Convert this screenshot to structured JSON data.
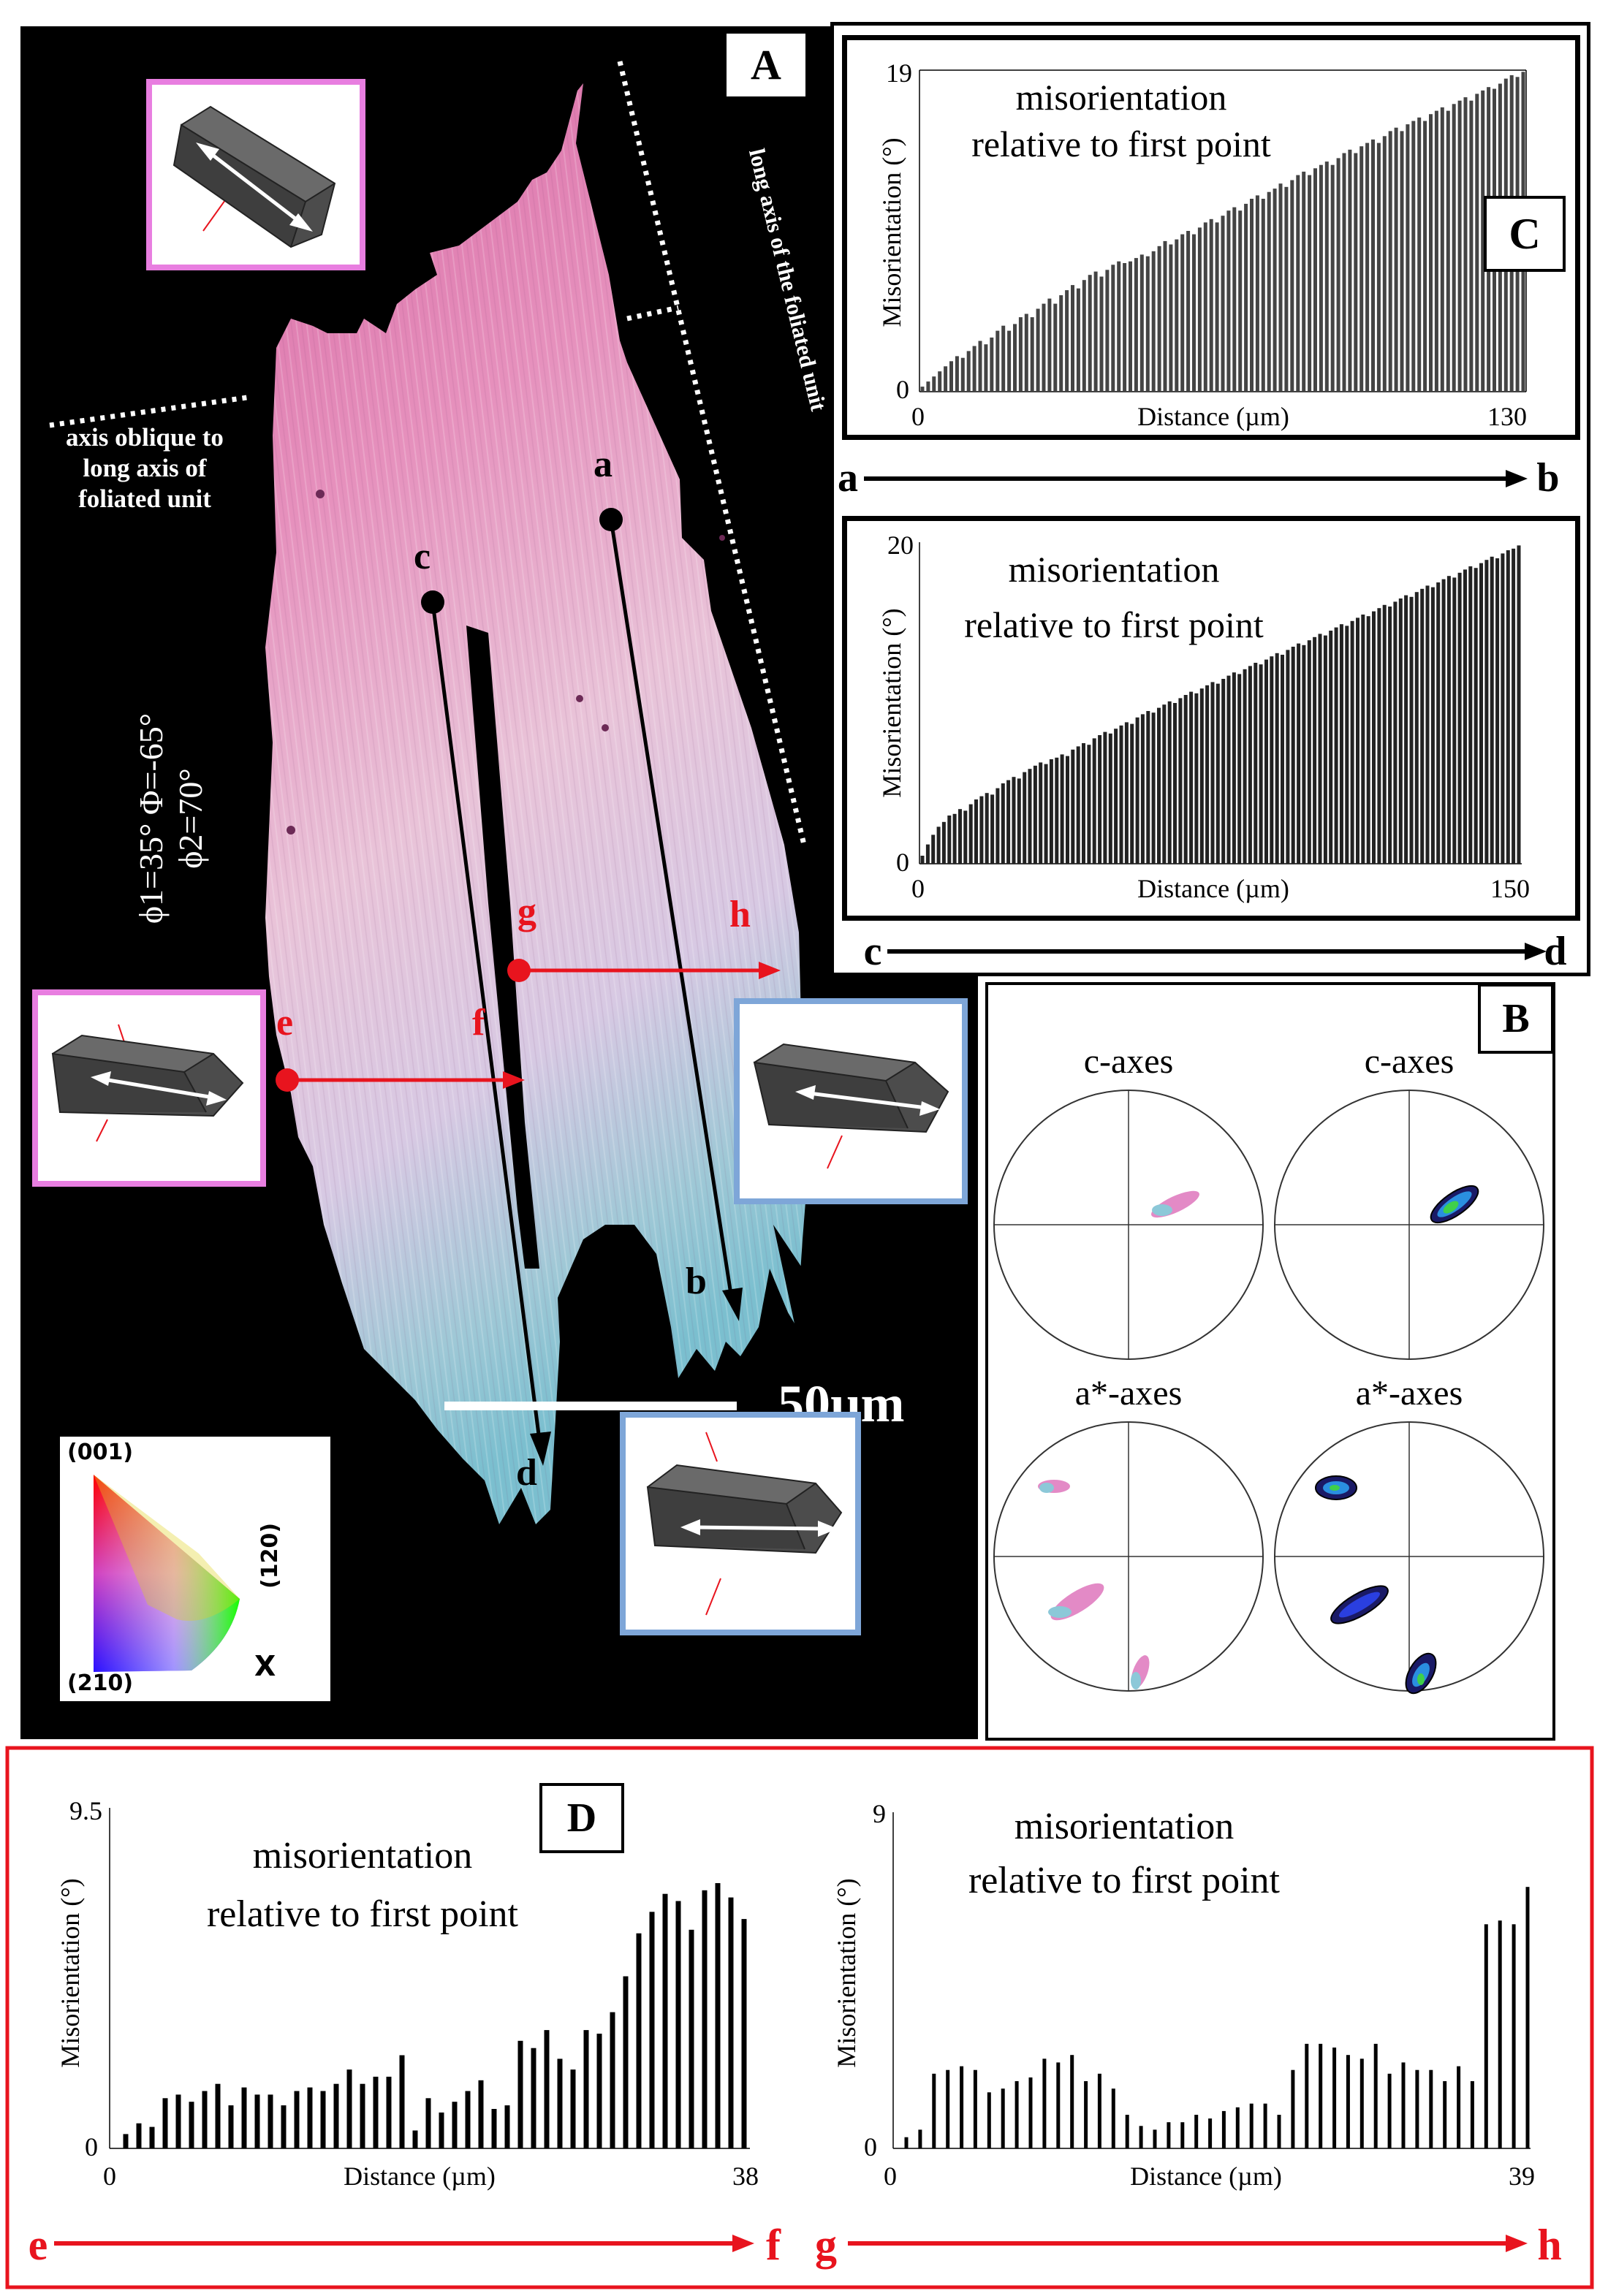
{
  "panel_a": {
    "label": "A",
    "annotation_oblique": [
      "axis oblique to",
      "long axis of",
      "foliated unit"
    ],
    "annotation_long_axis": "long axis of the foliated unit",
    "euler_line1": "ϕ1=35° Φ=-65°",
    "euler_line2": "ϕ2=70°",
    "point_labels": {
      "a": "a",
      "b": "b",
      "c": "c",
      "d": "d",
      "e": "e",
      "f": "f",
      "g": "g",
      "h": "h"
    },
    "key": {
      "top": "(001)",
      "right": "(120)",
      "bottom": "(210)",
      "axis": "X"
    },
    "scale_label": "50µm",
    "colors": {
      "pink": "#e08ab8",
      "blue": "#8ccbd6",
      "red": "#e8141e",
      "frame_pink": "#e87ee0",
      "frame_blue": "#7ea6d8"
    }
  },
  "panel_b": {
    "label": "B",
    "titles": [
      "c-axes",
      "c-axes",
      "a*-axes",
      "a*-axes"
    ]
  },
  "panel_c": {
    "label": "C",
    "ab": {
      "from": "a",
      "to": "b"
    },
    "cd": {
      "from": "c",
      "to": "d"
    }
  },
  "panel_d": {
    "label": "D",
    "ef": {
      "from": "e",
      "to": "f"
    },
    "gh": {
      "from": "g",
      "to": "h"
    }
  },
  "chart_data": [
    {
      "id": "ab",
      "type": "bar",
      "annotation": [
        "misorientation",
        "relative to first point"
      ],
      "xlabel": "Distance (µm)",
      "ylabel": "Misorientation (°)",
      "xlim": [
        0,
        130
      ],
      "ylim": [
        0,
        19
      ],
      "x_ticks": [
        "0",
        "130"
      ],
      "y_ticks": [
        "0",
        "19"
      ],
      "values": [
        0.3,
        0.6,
        0.9,
        1.2,
        1.5,
        1.8,
        2.1,
        2.0,
        2.4,
        2.7,
        3.0,
        2.8,
        3.2,
        3.6,
        3.9,
        3.6,
        4.0,
        4.4,
        4.6,
        4.4,
        4.9,
        5.2,
        5.5,
        5.2,
        5.7,
        6.0,
        6.3,
        6.1,
        6.6,
        6.9,
        7.1,
        6.8,
        7.2,
        7.5,
        7.7,
        7.6,
        7.7,
        7.9,
        8.1,
        8.0,
        8.3,
        8.6,
        8.9,
        8.7,
        9.0,
        9.3,
        9.5,
        9.3,
        9.7,
        10.0,
        10.2,
        10.0,
        10.4,
        10.7,
        10.9,
        10.7,
        11.1,
        11.4,
        11.6,
        11.4,
        11.8,
        12.0,
        12.3,
        12.1,
        12.5,
        12.8,
        13.0,
        12.8,
        13.2,
        13.4,
        13.6,
        13.4,
        13.8,
        14.1,
        14.3,
        14.1,
        14.5,
        14.7,
        14.9,
        14.7,
        15.1,
        15.4,
        15.6,
        15.4,
        15.8,
        16.0,
        16.2,
        16.0,
        16.4,
        16.6,
        16.8,
        16.6,
        17.0,
        17.2,
        17.4,
        17.2,
        17.6,
        17.8,
        18.0,
        17.9,
        18.2,
        18.5,
        18.7,
        18.6,
        18.9
      ]
    },
    {
      "id": "cd",
      "type": "bar",
      "annotation": [
        "misorientation",
        "relative to first point"
      ],
      "xlabel": "Distance (µm)",
      "ylabel": "Misorientation (°)",
      "xlim": [
        0,
        150
      ],
      "ylim": [
        0,
        20
      ],
      "x_ticks": [
        "0",
        "150"
      ],
      "y_ticks": [
        "0",
        "20"
      ],
      "values": [
        0.5,
        1.2,
        1.8,
        2.3,
        2.6,
        3.0,
        3.1,
        3.4,
        3.3,
        3.7,
        4.0,
        4.2,
        4.4,
        4.3,
        4.7,
        5.0,
        5.2,
        5.4,
        5.3,
        5.7,
        5.9,
        6.1,
        6.3,
        6.2,
        6.5,
        6.6,
        6.8,
        6.7,
        7.1,
        7.3,
        7.5,
        7.4,
        7.8,
        8.0,
        8.2,
        8.1,
        8.4,
        8.6,
        8.8,
        8.7,
        9.1,
        9.3,
        9.5,
        9.4,
        9.7,
        9.9,
        10.1,
        10.0,
        10.3,
        10.5,
        10.7,
        10.6,
        10.9,
        11.1,
        11.3,
        11.2,
        11.5,
        11.7,
        11.9,
        11.8,
        12.1,
        12.3,
        12.5,
        12.4,
        12.7,
        12.9,
        13.1,
        13.0,
        13.3,
        13.5,
        13.7,
        13.6,
        13.9,
        14.1,
        14.3,
        14.2,
        14.5,
        14.7,
        14.9,
        14.8,
        15.1,
        15.3,
        15.5,
        15.4,
        15.7,
        15.9,
        16.1,
        16.0,
        16.3,
        16.5,
        16.7,
        16.6,
        16.9,
        17.1,
        17.3,
        17.2,
        17.5,
        17.7,
        17.9,
        17.8,
        18.1,
        18.3,
        18.5,
        18.4,
        18.7,
        18.9,
        19.1,
        19.0,
        19.3,
        19.5,
        19.6,
        19.8
      ]
    },
    {
      "id": "ef",
      "type": "bar",
      "annotation": [
        "misorientation",
        "relative to first point"
      ],
      "xlabel": "Distance (µm)",
      "ylabel": "Misorientation (°)",
      "xlim": [
        0,
        38
      ],
      "ylim": [
        0,
        9.5
      ],
      "x_ticks": [
        "0",
        "38"
      ],
      "y_ticks": [
        "0",
        "9.5"
      ],
      "values": [
        0.4,
        0.7,
        0.6,
        1.4,
        1.5,
        1.3,
        1.6,
        1.8,
        1.2,
        1.7,
        1.5,
        1.5,
        1.2,
        1.6,
        1.7,
        1.6,
        1.8,
        2.2,
        1.8,
        2.0,
        2.0,
        2.6,
        0.5,
        1.4,
        1.0,
        1.3,
        1.6,
        1.9,
        1.1,
        1.2,
        3.0,
        2.8,
        3.3,
        2.5,
        2.2,
        3.3,
        3.2,
        3.8,
        4.8,
        6.0,
        6.6,
        7.1,
        6.9,
        6.1,
        7.2,
        7.4,
        7.0,
        6.4
      ]
    },
    {
      "id": "gh",
      "type": "bar",
      "annotation": [
        "misorientation",
        "relative to first point"
      ],
      "xlabel": "Distance (µm)",
      "ylabel": "Misorientation (°)",
      "xlim": [
        0,
        39
      ],
      "ylim": [
        0,
        9
      ],
      "x_ticks": [
        "0",
        "39"
      ],
      "y_ticks": [
        "0",
        "9"
      ],
      "values": [
        0.3,
        0.5,
        2.0,
        2.1,
        2.2,
        2.1,
        1.5,
        1.6,
        1.8,
        1.9,
        2.4,
        2.3,
        2.5,
        1.8,
        2.0,
        1.6,
        0.9,
        0.6,
        0.5,
        0.7,
        0.7,
        0.9,
        0.8,
        1.0,
        1.1,
        1.2,
        1.2,
        0.9,
        2.1,
        2.8,
        2.8,
        2.7,
        2.5,
        2.4,
        2.8,
        2.0,
        2.3,
        2.1,
        2.1,
        1.8,
        2.2,
        1.8,
        6.0,
        6.1,
        6.0,
        7.0
      ]
    }
  ]
}
